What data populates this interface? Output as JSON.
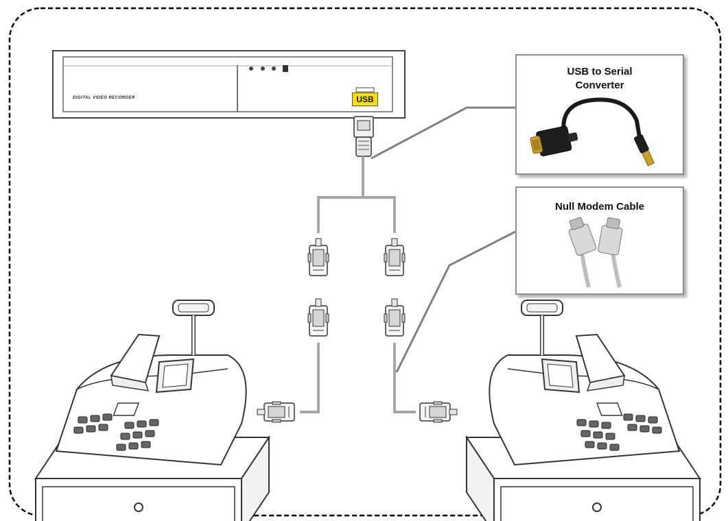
{
  "dvr": {
    "label": "DIGITAL VIDEO RECORDER",
    "usb_port_label": "USB"
  },
  "callouts": {
    "usb_converter": {
      "title_line1": "USB to Serial",
      "title_line2": "Converter"
    },
    "null_modem": {
      "title": "Null Modem Cable"
    }
  },
  "colors": {
    "cable": "#a6a6a6",
    "converter_cable": "#1a1a1a",
    "converter_plug": "#c9a227",
    "usb_label_bg": "#f7e000",
    "border_dash": "#000000"
  }
}
